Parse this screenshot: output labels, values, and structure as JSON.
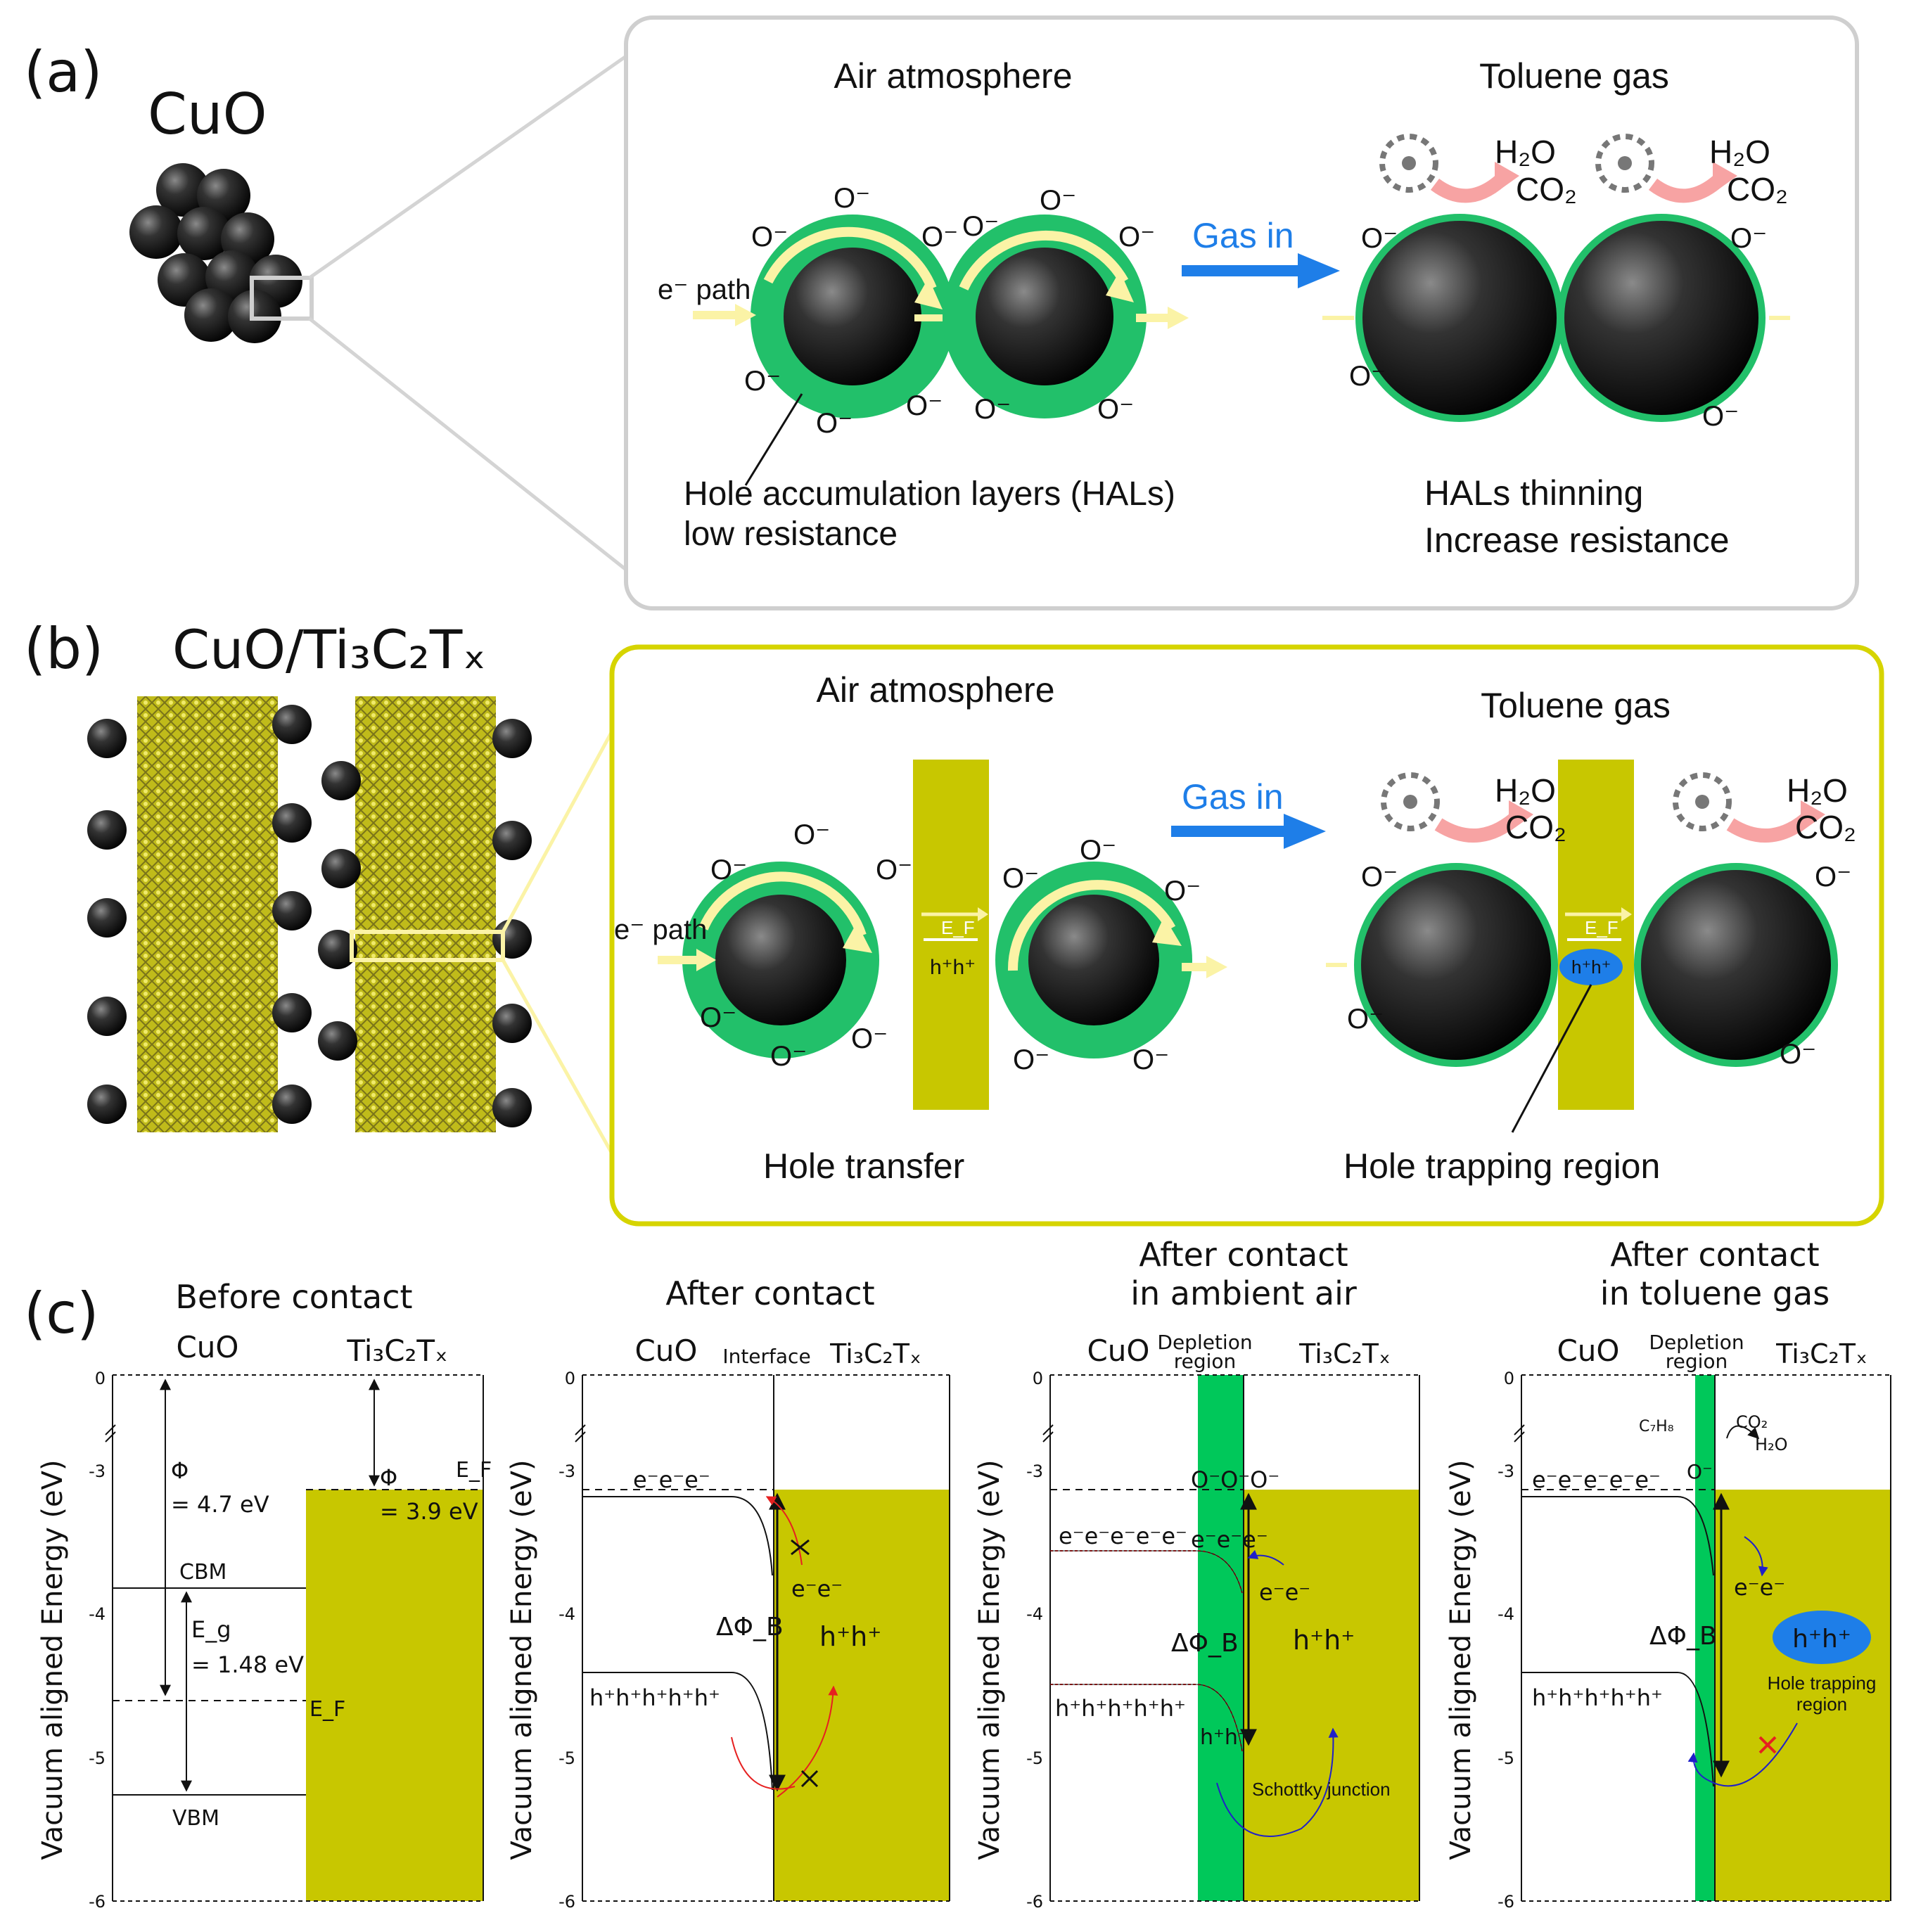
{
  "panel_a": {
    "label": "(a)",
    "material": "CuO",
    "air_title": "Air atmosphere",
    "toluene_title": "Toluene gas",
    "gas_in": "Gas in",
    "e_path": "e⁻ path",
    "o_minus": "O⁻",
    "h2o": "H₂O",
    "co2": "CO₂",
    "hal_line1": "Hole accumulation layers (HALs)",
    "hal_line2": "low resistance",
    "thin_line1": "HALs thinning",
    "thin_line2": "Increase resistance"
  },
  "panel_b": {
    "label": "(b)",
    "material": "CuO/Ti₃C₂Tₓ",
    "air_title": "Air atmosphere",
    "toluene_title": "Toluene gas",
    "gas_in": "Gas in",
    "e_path": "e⁻ path",
    "o_minus": "O⁻",
    "ef": "E_F",
    "holes": "h⁺h⁺",
    "h2o": "H₂O",
    "co2": "CO₂",
    "hole_transfer": "Hole transfer",
    "hole_trapping": "Hole trapping region"
  },
  "panel_c": {
    "label": "(c)",
    "ylabel": "Vacuum aligned Energy (eV)",
    "yticks": [
      "0",
      "-3",
      "-4",
      "-5",
      "-6"
    ],
    "cuo": "CuO",
    "ti3c2tx": "Ti₃C₂Tₓ",
    "interface": "Interface",
    "depletion_line1": "Depletion",
    "depletion_line2": "region",
    "before": {
      "title": "Before contact",
      "phi_symbol": "Φ",
      "phi_cuo": "= 4.7 eV",
      "phi_mx": "= 3.9 eV",
      "cbm": "CBM",
      "vbm": "VBM",
      "eg_symbol": "E_g",
      "eg_value": "= 1.48 eV",
      "ef": "E_F"
    },
    "after": {
      "title": "After contact",
      "electrons": "e⁻e⁻e⁻",
      "electrons_right": "e⁻e⁻",
      "holes_left": "h⁺h⁺h⁺h⁺h⁺",
      "holes_right": "h⁺h⁺",
      "delta_phi": "ΔΦ_B"
    },
    "air": {
      "title_line1": "After contact",
      "title_line2": "in ambient air",
      "electrons": "e⁻e⁻e⁻e⁻e⁻",
      "electrons_mid": "e⁻e⁻e⁻",
      "electrons_right": "e⁻e⁻",
      "holes_left": "h⁺h⁺h⁺h⁺h⁺",
      "holes_right": "h⁺h⁺",
      "holes_mid": "h⁺h⁺",
      "delta_phi": "ΔΦ_B",
      "oxygen": "O⁻O⁻O⁻",
      "schottky": "Schottky junction"
    },
    "toluene": {
      "title_line1": "After contact",
      "title_line2": "in toluene gas",
      "electrons": "e⁻e⁻e⁻e⁻e⁻",
      "electrons_right": "e⁻e⁻",
      "holes_left": "h⁺h⁺h⁺h⁺h⁺",
      "holes_blob": "h⁺h⁺",
      "delta_phi": "ΔΦ_B",
      "c7h8": "C₇H₈",
      "co2": "CO₂",
      "h2o": "H₂O",
      "o_minus": "O⁻",
      "trap_line1": "Hole trapping",
      "trap_line2": "region"
    }
  },
  "colors": {
    "shell_green": "#22c06a",
    "mxene_olive": "#c8c700",
    "panel_b_border": "#d6d400",
    "gas_arrow_blue": "#1e7ee8",
    "electron_path_yellow": "#fbf3a6",
    "product_arrow_pink": "#f7a3a3",
    "depletion_green": "#00c85a"
  }
}
